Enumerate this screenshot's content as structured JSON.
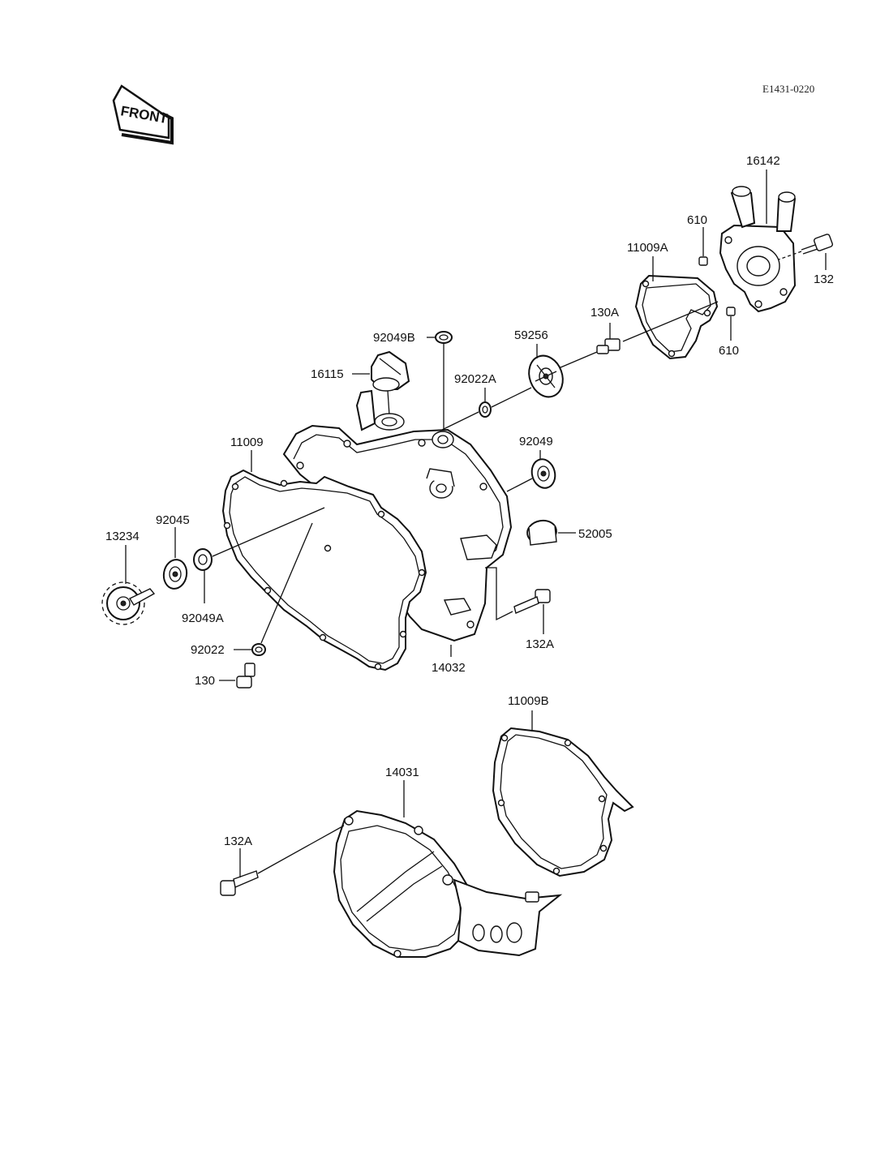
{
  "diagram_code": "E1431-0220",
  "front_marker": "FRONT",
  "parts": {
    "p16142": "16142",
    "p610_top": "610",
    "p132": "132",
    "p11009A": "11009A",
    "p610_bottom": "610",
    "p130A": "130A",
    "p92049B": "92049B",
    "p59256": "59256",
    "p16115": "16115",
    "p92022A": "92022A",
    "p11009": "11009",
    "p92049": "92049",
    "p92045": "92045",
    "p13234": "13234",
    "p52005": "52005",
    "p92049A": "92049A",
    "p132A_mid": "132A",
    "p92022": "92022",
    "p14032": "14032",
    "p130": "130",
    "p11009B": "11009B",
    "p14031": "14031",
    "p132A_bottom": "132A"
  }
}
